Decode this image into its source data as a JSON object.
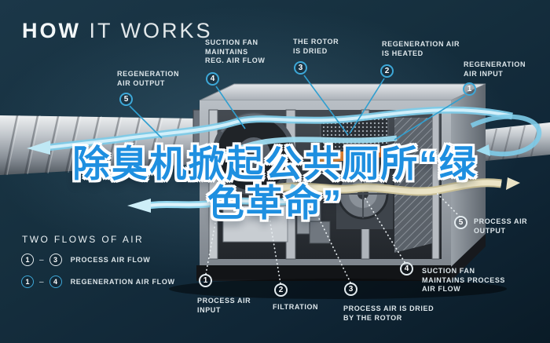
{
  "title": {
    "word_bold": "HOW",
    "word_light": "IT WORKS"
  },
  "headline": {
    "line1": "除臭机掀起公共厕所“绿",
    "line2": "色革命”"
  },
  "top_callouts": [
    {
      "num": "5",
      "label": "REGENERATION\nAIR OUTPUT"
    },
    {
      "num": "4",
      "label": "SUCTION FAN\nMAINTAINS\nREG. AIR FLOW"
    },
    {
      "num": "3",
      "label": "THE ROTOR\nIS DRIED"
    },
    {
      "num": "2",
      "label": "REGENERATION AIR\nIS HEATED"
    },
    {
      "num": "1",
      "label": "REGENERATION\nAIR INPUT"
    }
  ],
  "bottom_callouts": [
    {
      "num": "1",
      "label": "PROCESS AIR\nINPUT"
    },
    {
      "num": "2",
      "label": "FILTRATION"
    },
    {
      "num": "3",
      "label": "PROCESS AIR IS DRIED\nBY THE ROTOR"
    },
    {
      "num": "4",
      "label": "SUCTION FAN\nMAINTAINS PROCESS\nAIR FLOW"
    },
    {
      "num": "5",
      "label": "PROCESS AIR\nOUTPUT"
    }
  ],
  "legend": {
    "heading": "TWO FLOWS OF AIR",
    "rows": [
      {
        "from": "1",
        "to": "3",
        "label": "PROCESS AIR FLOW"
      },
      {
        "from": "1",
        "to": "4",
        "label": "REGENERATION AIR FLOW"
      }
    ]
  },
  "colors": {
    "accent_cyan": "#3da8d8",
    "headline_blue": "#1e8fe0",
    "label_text": "#dde6ea",
    "heater_orange": "#e8792a",
    "ribbon_cyan": "#aadcf0",
    "ribbon_cream": "#e9e2c2",
    "background_navy": "#16303f"
  }
}
